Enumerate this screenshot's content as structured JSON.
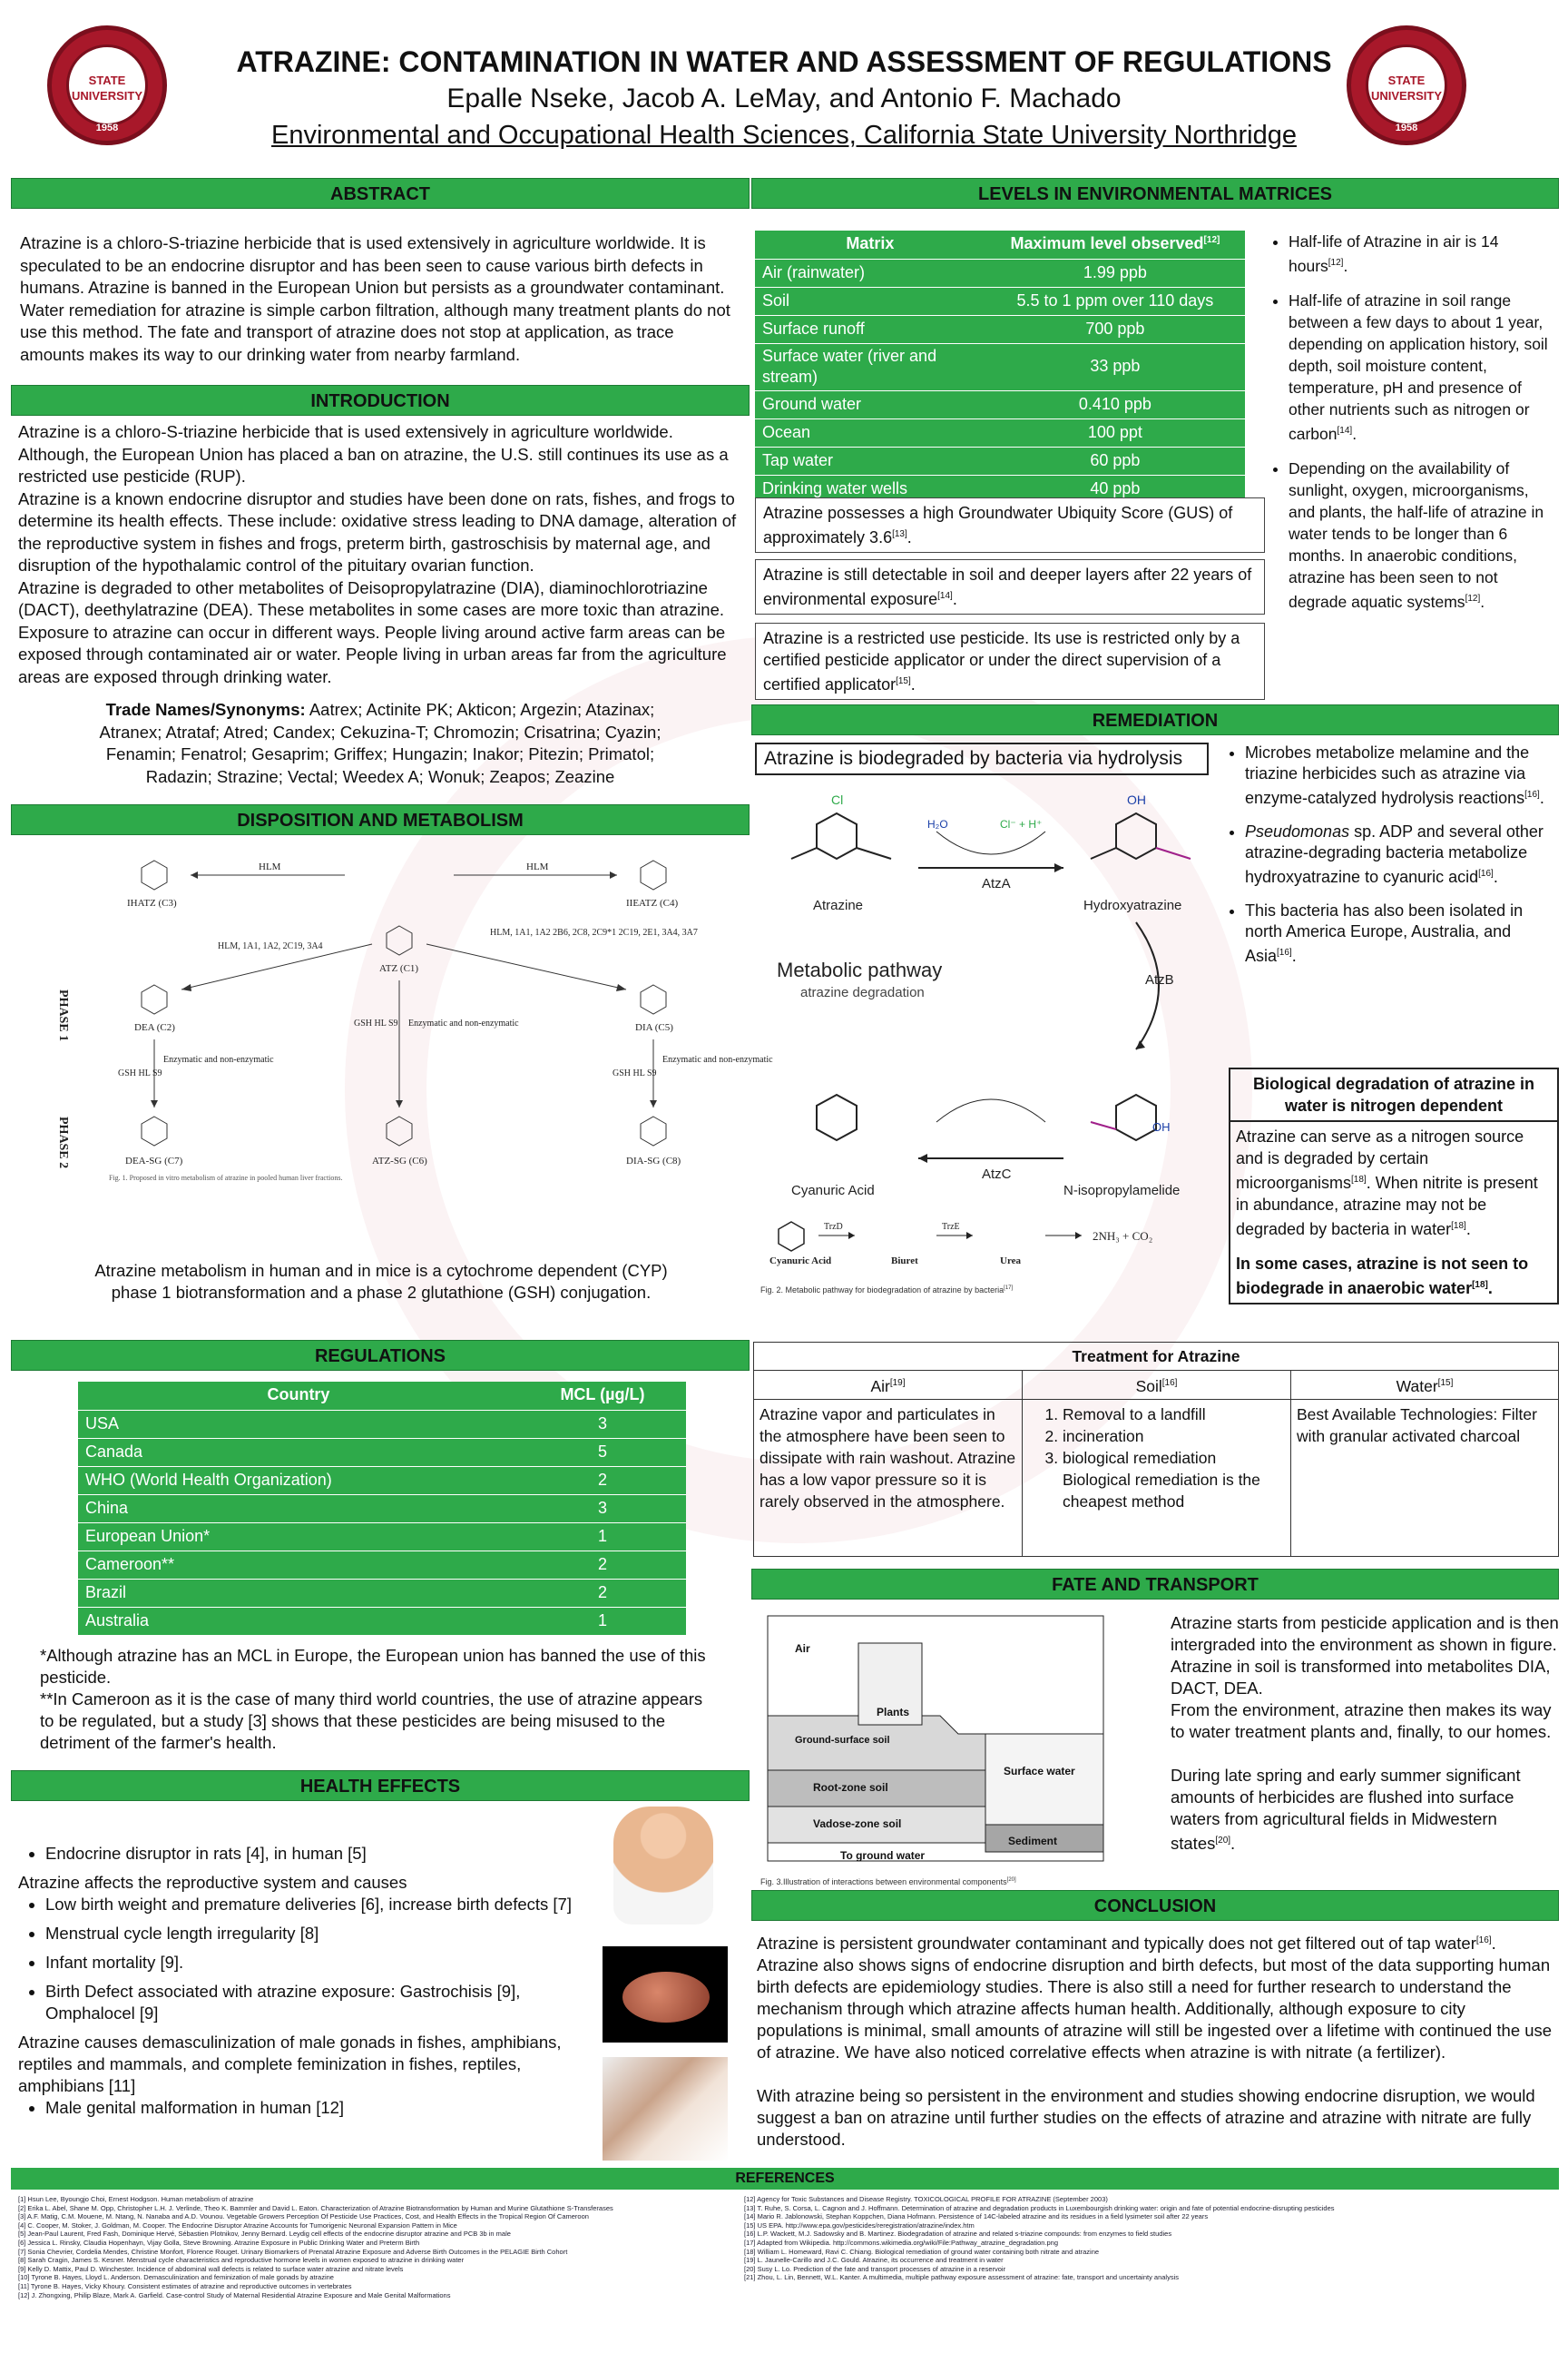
{
  "header": {
    "title": "ATRAZINE: CONTAMINATION IN WATER AND ASSESSMENT OF REGULATIONS",
    "authors": "Epalle Nseke, Jacob A. LeMay, and Antonio F. Machado",
    "affiliation": "Environmental and Occupational Health Sciences, California State University Northridge",
    "seal_text": "STATE UNIVERSITY",
    "seal_year": "1958"
  },
  "abstract": {
    "heading": "ABSTRACT",
    "text": "Atrazine is a chloro-S-triazine herbicide that is used extensively in agriculture worldwide. It is speculated to be an endocrine disruptor and has been seen to cause various birth defects in humans. Atrazine is banned in the European Union but persists as a groundwater contaminant. Water remediation for atrazine is simple carbon filtration, although many treatment plants do not use this method. The fate and transport of atrazine does not stop at application, as trace amounts makes its way to our drinking water from nearby farmland."
  },
  "introduction": {
    "heading": "INTRODUCTION",
    "p1": "Atrazine is a chloro-S-triazine herbicide that is used extensively in agriculture worldwide. Although, the European Union has placed a ban on atrazine, the U.S. still continues its use as a restricted use pesticide (RUP).",
    "p2": "Atrazine is a known endocrine disruptor and studies have been done on rats, fishes, and frogs to determine its health effects. These include: oxidative stress leading to DNA damage, alteration of the reproductive system in fishes and frogs, preterm birth, gastroschisis by maternal age, and disruption of the hypothalamic control of the pituitary ovarian function.",
    "p3": "Atrazine is degraded to other metabolites of Deisopropylatrazine (DIA), diaminochlorotriazine (DACT), deethylatrazine (DEA). These metabolites in some cases are more toxic than atrazine. Exposure to atrazine can occur in different ways. People living around active farm areas can be exposed through contaminated air or water. People living in urban areas far from the agriculture areas are exposed through drinking water.",
    "trade_label": "Trade Names/Synonyms:",
    "trade_names": "Aatrex; Actinite PK; Akticon; Argezin; Atazinax; Atranex; Atrataf; Atred; Candex; Cekuzina-T; Chromozin; Crisatrina; Cyazin; Fenamin; Fenatrol; Gesaprim; Griffex; Hungazin; Inakor; Pitezin; Primatol; Radazin; Strazine; Vectal; Weedex A; Wonuk; Zeapos; Zeazine"
  },
  "disposition": {
    "heading": "DISPOSITION AND METABOLISM",
    "phase1": "PHASE 1",
    "phase2": "PHASE 2",
    "nodes": [
      "IHATZ (C3)",
      "IIEATZ (C4)",
      "ATZ (C1)",
      "DEA (C2)",
      "DIA (C5)",
      "DEA-SG (C7)",
      "ATZ-SG (C6)",
      "DIA-SG (C8)"
    ],
    "labels": [
      "HLM",
      "HLM",
      "HLM, 1A1, 1A2, 2C19, 3A4",
      "HLM, 1A1, 1A2 2B6, 2C8, 2C9*1 2C19, 2E1, 3A4, 3A7",
      "GSH HL S9",
      "Enzymatic and non-enzymatic",
      "Enzymatic and non-enzymatic",
      "Enzymatic and non-enzymatic",
      "GSH HL S9",
      "GSH HL S9"
    ],
    "caption": "Fig. 1. Proposed in vitro metabolism of atrazine in pooled human liver fractions.",
    "description": "Atrazine metabolism in human and in mice is a cytochrome dependent (CYP) phase 1 biotransformation and a phase 2 glutathione (GSH) conjugation."
  },
  "regulations": {
    "heading": "REGULATIONS",
    "col1": "Country",
    "col2": "MCL (µg/L)",
    "rows": [
      [
        "USA",
        "3"
      ],
      [
        "Canada",
        "5"
      ],
      [
        "WHO (World Health Organization)",
        "2"
      ],
      [
        "China",
        "3"
      ],
      [
        "European Union*",
        "1"
      ],
      [
        "Cameroon**",
        "2"
      ],
      [
        "Brazil",
        "2"
      ],
      [
        "Australia",
        "1"
      ]
    ],
    "note1": "*Although atrazine has an MCL in Europe, the European union has banned the use of this pesticide.",
    "note2": "**In Cameroon as it is the case of many third world countries, the use of atrazine appears to be regulated, but a study [3] shows that these pesticides are being misused to the detriment of the farmer's health."
  },
  "health": {
    "heading": "HEALTH EFFECTS",
    "b1": "Endocrine disruptor in rats [4], in human [5]",
    "l1": "Atrazine affects the reproductive system and causes",
    "b2": "Low birth weight and premature deliveries [6], increase birth defects [7]",
    "b3": "Menstrual cycle length irregularity [8]",
    "b4": "Infant mortality [9].",
    "b5": "Birth Defect associated with atrazine exposure: Gastrochisis [9], Omphalocel [9]",
    "l2": "Atrazine causes demasculinization of male gonads in fishes, amphibians, reptiles and mammals, and complete feminization in fishes, reptiles, amphibians [11]",
    "b6": "Male genital malformation in human [12]"
  },
  "levels": {
    "heading": "LEVELS IN ENVIRONMENTAL MATRICES",
    "col1": "Matrix",
    "col2": "Maximum level observed",
    "col2_sup": "[12]",
    "rows": [
      [
        "Air (rainwater)",
        "1.99 ppb"
      ],
      [
        "Soil",
        "5.5 to 1 ppm over 110 days"
      ],
      [
        "Surface runoff",
        "700 ppb"
      ],
      [
        "Surface water (river and stream)",
        "33 ppb"
      ],
      [
        "Ground water",
        "0.410 ppb"
      ],
      [
        "Ocean",
        "100 ppt"
      ],
      [
        "Tap water",
        "60 ppb"
      ],
      [
        "Drinking water wells",
        "40 ppb"
      ]
    ],
    "box1": "Atrazine possesses a high Groundwater Ubiquity Score (GUS) of approximately 3.6",
    "box1_sup": "[13]",
    "box2": "Atrazine is still detectable in soil and deeper layers after 22 years of environmental exposure",
    "box2_sup": "[14]",
    "box3": "Atrazine is a restricted use pesticide. Its use is restricted only by a certified pesticide applicator or under the direct supervision of a certified applicator",
    "box3_sup": "[15]",
    "bullet1": "Half-life of Atrazine in air is 14 hours",
    "bullet1_sup": "[12]",
    "bullet2": "Half-life of atrazine in soil range between a few days to about 1 year, depending on application history, soil depth, soil moisture content, temperature, pH and presence of other nutrients such as nitrogen or carbon",
    "bullet2_sup": "[14]",
    "bullet3": "Depending on the availability of sunlight, oxygen, microorganisms, and plants, the half-life of atrazine in water tends to be longer than 6 months. In anaerobic conditions, atrazine has been seen to not degrade aquatic systems",
    "bullet3_sup": "[12]"
  },
  "remediation": {
    "heading": "REMEDIATION",
    "box_title": "Atrazine is biodegraded by bacteria via hydrolysis",
    "diag_labels": {
      "atrazine": "Atrazine",
      "hydroxy": "Hydroxyatrazine",
      "atza": "AtzA",
      "atzb": "AtzB",
      "atzc": "AtzC",
      "metabolic": "Metabolic pathway",
      "deg": "atrazine degradation",
      "cyanuric": "Cyanuric Acid",
      "nisop": "N-isopropylamelide",
      "cyan2": "Cyanuric Acid",
      "biuret": "Biuret",
      "urea": "Urea",
      "trzd": "TrzD",
      "trze": "TrzE",
      "products": "2NH₃ + CO₂",
      "h2o": "H₂O",
      "clh": "Cl⁻ + H⁺"
    },
    "fig_caption": "Fig. 2. Metabolic pathway for biodegradation of atrazine by bacteria",
    "fig_sup": "[17]",
    "b1": "Microbes metabolize melamine and the triazine herbicides such as atrazine via enzyme-catalyzed hydrolysis reactions",
    "b1_sup": "[16]",
    "b2_italic": "Pseudomonas",
    "b2": " sp. ADP and several other atrazine-degrading bacteria metabolize hydroxyatrazine to cyanuric acid",
    "b2_sup": "[16]",
    "b3": "This bacteria has also been isolated in north America Europe, Australia, and Asia",
    "b3_sup": "[16]",
    "bio_title": "Biological degradation of atrazine in water is nitrogen dependent",
    "bio_text": "Atrazine can serve as a nitrogen source and is degraded by certain microorganisms",
    "bio_sup1": "[18]",
    "bio_text2": ". When nitrite is present in abundance, atrazine may not be degraded by bacteria in water",
    "bio_sup2": "[18]",
    "bio_bold": "In some cases, atrazine is not seen to biodegrade in anaerobic water",
    "bio_sup3": "[18]"
  },
  "treatment": {
    "title": "Treatment for Atrazine",
    "air_h": "Air",
    "air_sup": "[19]",
    "soil_h": "Soil",
    "soil_sup": "[16]",
    "water_h": "Water",
    "water_sup": "[15]",
    "air_text": "Atrazine vapor and particulates in the atmosphere have been seen to dissipate with rain washout. Atrazine has a low vapor pressure so it is rarely observed in the atmosphere.",
    "soil_items": [
      "Removal to a landfill",
      "incineration",
      "biological remediation"
    ],
    "soil_extra": "Biological remediation is the cheapest method",
    "water_text": "Best Available Technologies: Filter with granular activated charcoal"
  },
  "fate": {
    "heading": "FATE AND TRANSPORT",
    "diag_labels": {
      "air": "Air",
      "ground": "Ground-surface soil",
      "plants": "Plants",
      "surface": "Surface water",
      "root": "Root-zone soil",
      "vadose": "Vadose-zone soil",
      "gw": "To ground water",
      "sediment": "Sediment"
    },
    "fig_caption": "Fig. 3.Illustration of interactions between environmental components",
    "fig_sup": "[20]",
    "p1": "Atrazine starts from pesticide application and is then intergraded into the environment as shown in figure. Atrazine in soil is transformed into metabolites DIA, DACT, DEA.",
    "p2": "From the environment, atrazine then makes its way to water treatment plants and, finally, to our homes.",
    "p3": "During late spring and early summer significant amounts of herbicides are flushed into surface waters from agricultural fields in Midwestern states",
    "p3_sup": "[20]"
  },
  "conclusion": {
    "heading": "CONCLUSION",
    "p1": "Atrazine is persistent groundwater contaminant and typically does not get filtered out of tap water",
    "p1_sup": "[16]",
    "p1b": ". Atrazine also shows signs of endocrine disruption and birth defects, but most of the data supporting human birth defects are epidemiology studies. There is also still a need for further research to understand the mechanism  through which atrazine affects human health. Additionally, although exposure to city populations is minimal, small amounts of atrazine will still be ingested over a lifetime with continued the use of atrazine. We have also noticed correlative effects when atrazine is with nitrate (a fertilizer).",
    "p2": "With atrazine being so persistent in the environment and studies showing endocrine disruption, we would suggest a ban on atrazine until further studies on the effects of atrazine and atrazine with nitrate are fully understood."
  },
  "references": {
    "heading": "REFERENCES",
    "left": [
      "[1] Hsun Lee, Byoungjo Choi, Ernest Hodgson. Human metabolism of atrazine",
      "[2] Erika L. Abel, Shane M. Opp, Christopher L.H. J. Verlinde, Theo K. Bammler and David L. Eaton. Characterization of Atrazine Biotransformation by Human and Murine Glutathione S-Transferases",
      "[3] A.F. Matig, C.M. Mouene, M. Ntang, N. Nanaba and A.D. Vounou. Vegetable Growers Perception Of Pesticide Use Practices, Cost, and Health Effects in the Tropical Region Of Cameroon",
      "[4] C. Cooper, M. Stoker, J. Goldman, M. Cooper. The Endocrine Disruptor Atrazine Accounts for Tumorigenic Neuronal Expansion Pattern in Mice",
      "[5] Jean-Paul Laurent, Fred Fash, Dominique Hervé, Sébastien Plotnikov, Jenny Bernard. Leydig cell effects of the endocrine disruptor atrazine and PCB 3b in male",
      "[6] Jessica L. Rinsky, Claudia Hopenhayn, Vijay Golla, Steve Browning. Atrazine Exposure in Public Drinking Water and Preterm Birth",
      "[7] Sonia Chevrier, Cordelia Mendes, Christine Monfort, Florence Rouget. Urinary Biomarkers of Prenatal Atrazine Exposure and Adverse Birth Outcomes in the PELAGIE Birth Cohort",
      "[8] Sarah Cragin, James S. Kesner. Menstrual cycle characteristics and reproductive hormone levels in women exposed to atrazine in drinking water",
      "[9] Kelly D. Mattix, Paul D. Winchester. Incidence of abdominal wall defects is related to surface water atrazine and nitrate levels",
      "[10] Tyrone B. Hayes, Lloyd L. Anderson. Demasculinization and feminization of male gonads by atrazine",
      "[11] Tyrone B. Hayes, Vicky Khoury. Consistent estimates of atrazine and reproductive outcomes in vertebrates",
      "[12] J. Zhongxing, Philip Blaze, Mark A. Garfield. Case-control Study of Maternal Residential Atrazine Exposure and Male Genital Malformations"
    ],
    "right": [
      "[12] Agency for Toxic Substances and Disease Registry. TOXICOLOGICAL PROFILE FOR ATRAZINE (September 2003)",
      "[13] T. Ruhe, S. Corsa, L. Cagnon and J. Hoffmann. Determination of atrazine and degradation products in Luxembourgish drinking water: origin and fate of potential endocrine-disrupting pesticides",
      "[14] Mario R. Jablonowski, Stephan Koppchen, Diana Hofmann. Persistence of 14C-labeled atrazine and its residues in a field lysimeter soil after 22 years",
      "[15] US EPA. http://www.epa.gov/pesticides/reregistration/atrazine/index.htm",
      "[16] L.P. Wackett, M.J. Sadowsky and B. Martinez. Biodegradation of atrazine and related s-triazine compounds: from enzymes to field studies",
      "[17] Adapted from Wikipedia. http://commons.wikimedia.org/wiki/File:Pathway_atrazine_degradation.png",
      "[18] William L. Homeward, Ravi C. Chiang. Biological remediation of ground water containing both nitrate and atrazine",
      "[19] L. Jaunelle-Carillo and J.C. Gould. Atrazine, its occurrence and treatment in water",
      "[20] Susy L. Lo. Prediction of the fate and transport processes of atrazine in a reservoir",
      "[21] Zhou, L. Lin, Bennett, W.L. Kanter. A multimedia, multiple pathway exposure assessment of atrazine: fate, transport and uncertainty analysis"
    ]
  }
}
